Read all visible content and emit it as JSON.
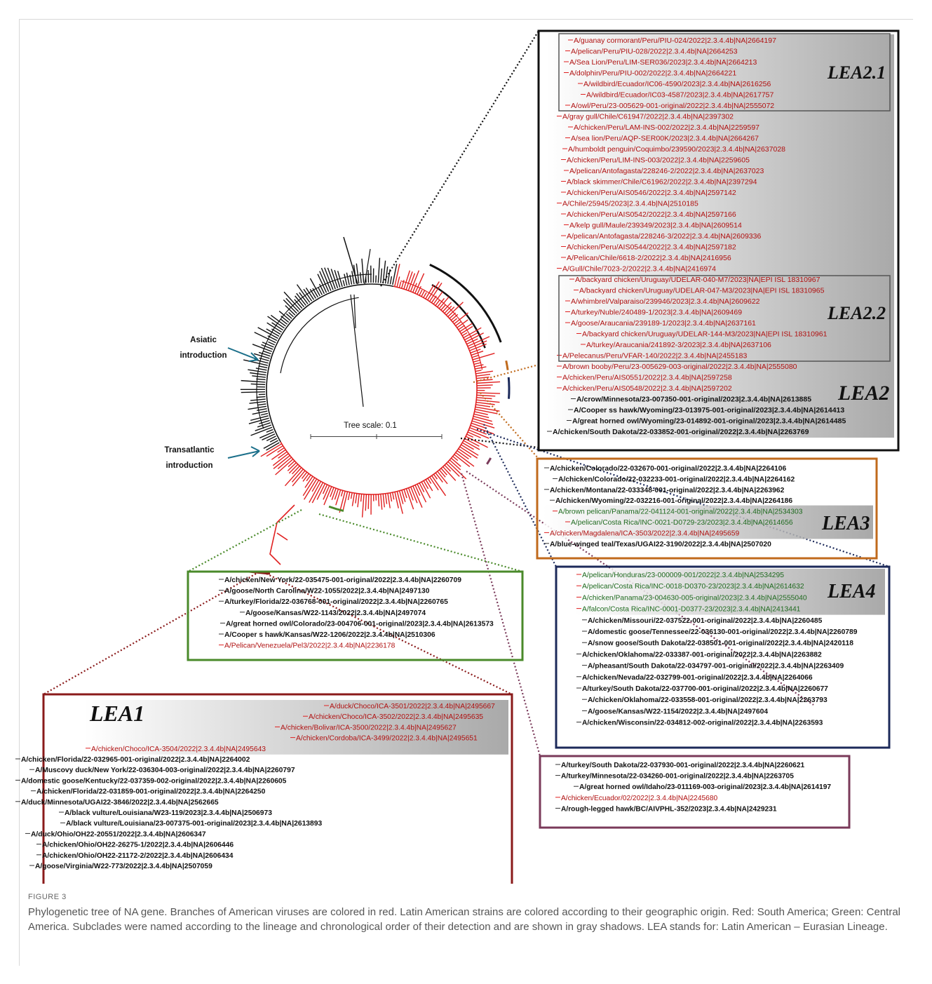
{
  "figure_label": "FIGURE 3",
  "caption": "Phylogenetic tree of NA gene. Branches of American viruses are colored in red. Latin American strains are colored according to their geographic origin. Red: South America; Green: Central America. Subclades were named according to the lineage and chronological order of their detection and are shown in gray shadows. LEA stands for: Latin American – Eurasian Lineage.",
  "tree": {
    "label_asiatic": [
      "Asiatic",
      "introduction"
    ],
    "label_transatlantic": [
      "Transatlantic",
      "introduction"
    ],
    "scale": "Tree scale: 0.1"
  },
  "colors": {
    "american": "#e02020",
    "south_america": "#b01010",
    "central_america": "#1f6a1f",
    "other": "#111111"
  },
  "boxes": {
    "lea2": {
      "title": "LEA2",
      "sub1": "LEA2.1",
      "sub2": "LEA2.2",
      "border": "#111111",
      "rows": [
        {
          "t": "A/guanay cormorant/Peru/PIU-024/2022|2.3.4.4b|NA|2664197",
          "c": "s"
        },
        {
          "t": "A/pelican/Peru/PIU-028/2022|2.3.4.4b|NA|2664253",
          "c": "s"
        },
        {
          "t": "A/Sea Lion/Peru/LIM-SER036/2023|2.3.4.4b|NA|2664213",
          "c": "s"
        },
        {
          "t": "A/dolphin/Peru/PIU-002/2022|2.3.4.4b|NA|2664221",
          "c": "s"
        },
        {
          "t": "A/wildbird/Ecuador/IC06-4590/2023|2.3.4.4b|NA|2616256",
          "c": "s"
        },
        {
          "t": "A/wildbird/Ecuador/IC03-4587/2023|2.3.4.4b|NA|2617757",
          "c": "s"
        },
        {
          "t": "A/owl/Peru/23-005629-001-original/2022|2.3.4.4b|NA|2555072",
          "c": "s"
        },
        {
          "t": "A/gray gull/Chile/C61947/2022|2.3.4.4b|NA|2397302",
          "c": "s"
        },
        {
          "t": "A/chicken/Peru/LAM-INS-002/2022|2.3.4.4b|NA|2259597",
          "c": "s"
        },
        {
          "t": "A/sea lion/Peru/AQP-SER00K/2023|2.3.4.4b|NA|2664267",
          "c": "s"
        },
        {
          "t": "A/humboldt penguin/Coquimbo/239590/2023|2.3.4.4b|NA|2637028",
          "c": "s"
        },
        {
          "t": "A/chicken/Peru/LIM-INS-003/2022|2.3.4.4b|NA|2259605",
          "c": "s"
        },
        {
          "t": "A/pelican/Antofagasta/228246-2/2022|2.3.4.4b|NA|2637023",
          "c": "s"
        },
        {
          "t": "A/black skimmer/Chile/C61962/2022|2.3.4.4b|NA|2397294",
          "c": "s"
        },
        {
          "t": "A/chicken/Peru/AIS0546/2022|2.3.4.4b|NA|2597142",
          "c": "s"
        },
        {
          "t": "A/Chile/25945/2023|2.3.4.4b|NA|2510185",
          "c": "s"
        },
        {
          "t": "A/chicken/Peru/AIS0542/2022|2.3.4.4b|NA|2597166",
          "c": "s"
        },
        {
          "t": "A/kelp gull/Maule/239349/2023|2.3.4.4b|NA|2609514",
          "c": "s"
        },
        {
          "t": "A/pelican/Antofagasta/228246-3/2022|2.3.4.4b|NA|2609336",
          "c": "s"
        },
        {
          "t": "A/chicken/Peru/AIS0544/2022|2.3.4.4b|NA|2597182",
          "c": "s"
        },
        {
          "t": "A/Pelican/Chile/6618-2/2022|2.3.4.4b|NA|2416956",
          "c": "s"
        },
        {
          "t": "A/Gull/Chile/7023-2/2022|2.3.4.4b|NA|2416974",
          "c": "s"
        },
        {
          "t": "A/backyard chicken/Uruguay/UDELAR-040-M7/2023|NA|EPI ISL 18310967",
          "c": "s"
        },
        {
          "t": "A/backyard chicken/Uruguay/UDELAR-047-M3/2023|NA|EPI ISL 18310965",
          "c": "s"
        },
        {
          "t": "A/whimbrel/Valparaiso/239946/2023|2.3.4.4b|NA|2609622",
          "c": "s"
        },
        {
          "t": "A/turkey/Nuble/240489-1/2023|2.3.4.4b|NA|2609469",
          "c": "s"
        },
        {
          "t": "A/goose/Araucania/239189-1/2023|2.3.4.4b|NA|2637161",
          "c": "s"
        },
        {
          "t": "A/backyard chicken/Uruguay/UDELAR-144-M3/2023|NA|EPI ISL 18310961",
          "c": "s"
        },
        {
          "t": "A/turkey/Araucania/241892-3/2023|2.3.4.4b|NA|2637106",
          "c": "s"
        },
        {
          "t": "A/Pelecanus/Peru/VFAR-140/2022|2.3.4.4b|NA|2455183",
          "c": "s"
        },
        {
          "t": "A/brown booby/Peru/23-005629-003-original/2022|2.3.4.4b|NA|2555080",
          "c": "s"
        },
        {
          "t": "A/chicken/Peru/AIS0551/2022|2.3.4.4b|NA|2597258",
          "c": "s"
        },
        {
          "t": "A/chicken/Peru/AIS0548/2022|2.3.4.4b|NA|2597202",
          "c": "s"
        },
        {
          "t": "A/crow/Minnesota/23-007350-001-original/2023|2.3.4.4b|NA|2613885",
          "c": "o"
        },
        {
          "t": "A/Cooper ss hawk/Wyoming/23-013975-001-original/2023|2.3.4.4b|NA|2614413",
          "c": "o"
        },
        {
          "t": "A/great horned owl/Wyoming/23-014892-001-original/2023|2.3.4.4b|NA|2614485",
          "c": "o"
        },
        {
          "t": "A/chicken/South Dakota/22-033852-001-original/2022|2.3.4.4b|NA|2263769",
          "c": "o"
        }
      ]
    },
    "lea3": {
      "title": "LEA3",
      "border": "#c06a1c",
      "rows": [
        {
          "t": "A/chicken/Colorado/22-032670-001-original/2022|2.3.4.4b|NA|2264106",
          "c": "o"
        },
        {
          "t": "A/chicken/Colorado/22-032233-001-original/2022|2.3.4.4b|NA|2264162",
          "c": "o"
        },
        {
          "t": "A/chicken/Montana/22-033348-001-original/2022|2.3.4.4b|NA|2263962",
          "c": "o"
        },
        {
          "t": "A/chicken/Wyoming/22-032216-001-original/2022|2.3.4.4b|NA|2264186",
          "c": "o"
        },
        {
          "t": "A/brown pelican/Panama/22-041124-001-original/2022|2.3.4.4b|NA|2534303",
          "c": "c"
        },
        {
          "t": "A/pelican/Costa Rica/INC-0021-D0729-23/2023|2.3.4.4b|NA|2614656",
          "c": "c"
        },
        {
          "t": "A/chicken/Magdalena/ICA-3503/2022|2.3.4.4b|NA|2495659",
          "c": "s"
        },
        {
          "t": "A/blue-winged teal/Texas/UGAI22-3190/2022|2.3.4.4b|NA|2507020",
          "c": "o"
        }
      ]
    },
    "lea4": {
      "title": "LEA4",
      "border": "#1c2a5a",
      "rows": [
        {
          "t": "A/pelican/Honduras/23-000009-001/2022|2.3.4.4b|NA|2534295",
          "c": "c"
        },
        {
          "t": "A/pelican/Costa Rica/INC-0018-D0370-23/2023|2.3.4.4b|NA|2614632",
          "c": "c"
        },
        {
          "t": "A/chicken/Panama/23-004630-005-original/2023|2.3.4.4b|NA|2555040",
          "c": "c"
        },
        {
          "t": "A/falcon/Costa Rica/INC-0001-D0377-23/2023|2.3.4.4b|NA|2413441",
          "c": "c"
        },
        {
          "t": "A/chicken/Missouri/22-037522-001-original/2022|2.3.4.4b|NA|2260485",
          "c": "o"
        },
        {
          "t": "A/domestic goose/Tennessee/22-036130-001-original/2022|2.3.4.4b|NA|2260789",
          "c": "o"
        },
        {
          "t": "A/snow goose/South Dakota/22-038501-001-original/2022|2.3.4.4b|NA|2420118",
          "c": "o"
        },
        {
          "t": "A/chicken/Oklahoma/22-033387-001-original/2022|2.3.4.4b|NA|2263882",
          "c": "o"
        },
        {
          "t": "A/pheasant/South Dakota/22-034797-001-original/2022|2.3.4.4b|NA|2263409",
          "c": "o"
        },
        {
          "t": "A/chicken/Nevada/22-032799-001-original/2022|2.3.4.4b|NA|2264066",
          "c": "o"
        },
        {
          "t": "A/turkey/South Dakota/22-037700-001-original/2022|2.3.4.4b|NA|2260677",
          "c": "o"
        },
        {
          "t": "A/chicken/Oklahoma/22-033558-001-original/2022|2.3.4.4b|NA|2263793",
          "c": "o"
        },
        {
          "t": "A/goose/Kansas/W22-1154/2022|2.3.4.4b|NA|2497604",
          "c": "o"
        },
        {
          "t": "A/chicken/Wisconsin/22-034812-002-original/2022|2.3.4.4b|NA|2263593",
          "c": "o"
        }
      ]
    },
    "purple": {
      "border": "#7a3a5a",
      "rows": [
        {
          "t": "A/turkey/South Dakota/22-037930-001-original/2022|2.3.4.4b|NA|2260621",
          "c": "o"
        },
        {
          "t": "A/turkey/Minnesota/22-034260-001-original/2022|2.3.4.4b|NA|2263705",
          "c": "o"
        },
        {
          "t": "A/great horned owl/Idaho/23-011169-003-original/2023|2.3.4.4b|NA|2614197",
          "c": "o"
        },
        {
          "t": "A/chicken/Ecuador/02/2022|2.3.4.4b|NA|2245680",
          "c": "s"
        },
        {
          "t": "A/rough-legged hawk/BC/AIVPHL-352/2023|2.3.4.4b|NA|2429231",
          "c": "o"
        }
      ]
    },
    "green": {
      "border": "#4a8a2a",
      "rows": [
        {
          "t": "A/chicken/New York/22-035475-001-original/2022|2.3.4.4b|NA|2260709",
          "c": "o"
        },
        {
          "t": "A/goose/North Carolina/W22-1055/2022|2.3.4.4b|NA|2497130",
          "c": "o"
        },
        {
          "t": "A/turkey/Florida/22-036768-001-original/2022|2.3.4.4b|NA|2260765",
          "c": "o"
        },
        {
          "t": "A/goose/Kansas/W22-1143/2022|2.3.4.4b|NA|2497074",
          "c": "o"
        },
        {
          "t": "A/great horned owl/Colorado/23-004706-001-original/2023|2.3.4.4b|NA|2613573",
          "c": "o"
        },
        {
          "t": "A/Cooper s hawk/Kansas/W22-1206/2022|2.3.4.4b|NA|2510306",
          "c": "o"
        },
        {
          "t": "A/Pelican/Venezuela/Pel3/2022|2.3.4.4b|NA|2236178",
          "c": "s"
        }
      ]
    },
    "lea1": {
      "title": "LEA1",
      "border": "#8a1a1a",
      "rows": [
        {
          "t": "A/duck/Choco/ICA-3501/2022|2.3.4.4b|NA|2495667",
          "c": "s"
        },
        {
          "t": "A/chicken/Choco/ICA-3502/2022|2.3.4.4b|NA|2495635",
          "c": "s"
        },
        {
          "t": "A/chicken/Bolivar/ICA-3500/2022|2.3.4.4b|NA|2495627",
          "c": "s"
        },
        {
          "t": "A/chicken/Cordoba/ICA-3499/2022|2.3.4.4b|NA|2495651",
          "c": "s"
        },
        {
          "t": "A/chicken/Choco/ICA-3504/2022|2.3.4.4b|NA|2495643",
          "c": "s"
        },
        {
          "t": "A/chicken/Florida/22-032965-001-original/2022|2.3.4.4b|NA|2264002",
          "c": "o"
        },
        {
          "t": "A/Muscovy duck/New York/22-036304-003-original/2022|2.3.4.4b|NA|2260797",
          "c": "o"
        },
        {
          "t": "A/domestic goose/Kentucky/22-037359-002-original/2022|2.3.4.4b|NA|2260605",
          "c": "o"
        },
        {
          "t": "A/chicken/Florida/22-031859-001-original/2022|2.3.4.4b|NA|2264250",
          "c": "o"
        },
        {
          "t": "A/duck/Minnesota/UGAI22-3846/2022|2.3.4.4b|NA|2562665",
          "c": "o"
        },
        {
          "t": "A/black vulture/Louisiana/W23-119/2023|2.3.4.4b|NA|2506973",
          "c": "o"
        },
        {
          "t": "A/black vulture/Louisiana/23-007375-001-original/2023|2.3.4.4b|NA|2613893",
          "c": "o"
        },
        {
          "t": "A/duck/Ohio/OH22-20551/2022|2.3.4.4b|NA|2606347",
          "c": "o"
        },
        {
          "t": "A/chicken/Ohio/OH22-26275-1/2022|2.3.4.4b|NA|2606446",
          "c": "o"
        },
        {
          "t": "A/chicken/Ohio/OH22-21172-2/2022|2.3.4.4b|NA|2606434",
          "c": "o"
        },
        {
          "t": "A/goose/Virginia/W22-773/2022|2.3.4.4b|NA|2507059",
          "c": "o"
        }
      ]
    }
  }
}
